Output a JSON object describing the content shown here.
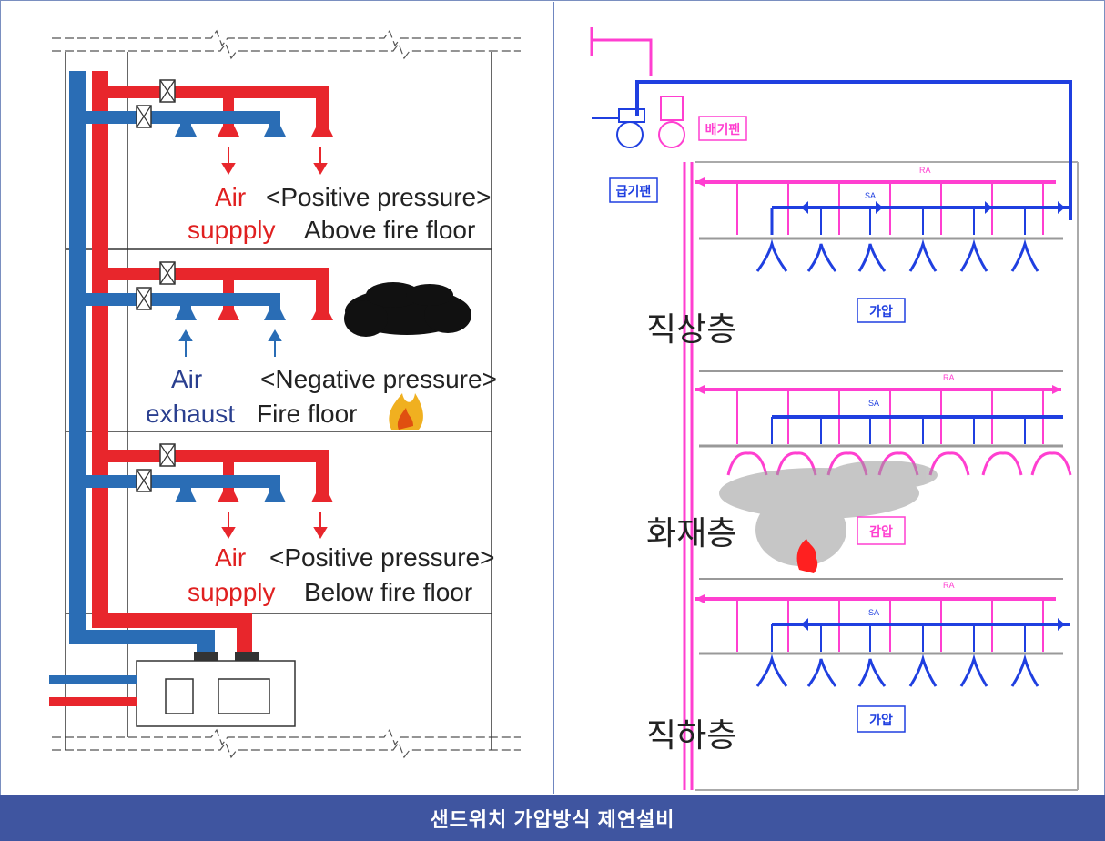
{
  "caption": "샌드위치 가압방식 제연설비",
  "left": {
    "above": {
      "flow": [
        "Air",
        "suppply"
      ],
      "pressure": "<Positive pressure>",
      "floor": "Above fire floor"
    },
    "fire": {
      "flow": [
        "Air",
        "exhaust"
      ],
      "pressure": "<Negative pressure>",
      "floor": "Fire floor"
    },
    "below": {
      "flow": [
        "Air",
        "suppply"
      ],
      "pressure": "<Positive pressure>",
      "floor": "Below fire floor"
    }
  },
  "right": {
    "exhaust_fan": "배기팬",
    "supply_fan": "급기팬",
    "ra": "RA",
    "sa": "SA",
    "floor_above": "직상층",
    "floor_fire": "화재층",
    "floor_below": "직하층",
    "pressurize": "가압",
    "depressurize": "감압"
  },
  "colors": {
    "supply": "#e8262c",
    "exhaust": "#2a6db5",
    "text_red": "#e02020",
    "text_blue": "#2a3f8f",
    "magenta": "#ff3fd0",
    "blue_duct": "#1f3fe0",
    "caption_bg": "#3f55a0"
  }
}
